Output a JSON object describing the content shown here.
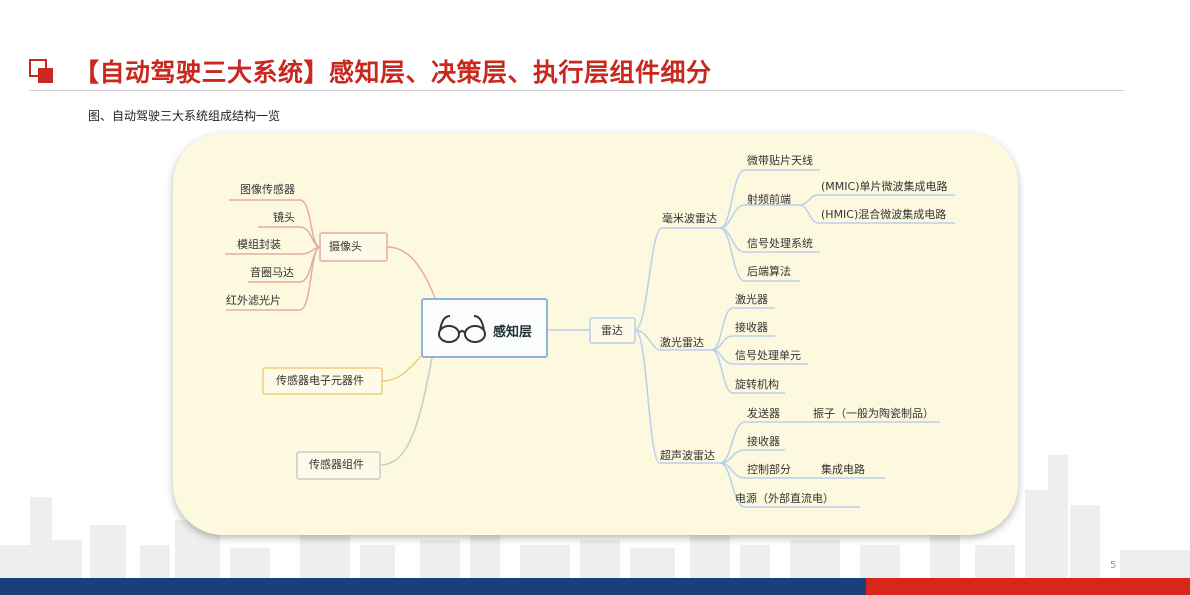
{
  "slide": {
    "title": "【自动驾驶三大系统】感知层、决策层、执行层组件细分",
    "subtitle": "图、自动驾驶三大系统组成结构一览",
    "page_number": "5"
  },
  "colors": {
    "title": "#c8281e",
    "bar_blue": "#1b3f79",
    "bar_red": "#d9261c",
    "panel": "#fdf9df",
    "camera_branch": "#e8a9a9",
    "electronic_branch": "#f0cc7a",
    "assembly_branch": "#c9c9c9",
    "radar_branch": "#b9d0ec"
  },
  "mindmap": {
    "center": {
      "label": "感知层",
      "icon": "glasses-icon"
    },
    "left": {
      "camera": {
        "label": "摄像头",
        "children": [
          "图像传感器",
          "镜头",
          "模组封装",
          "音圈马达",
          "红外滤光片"
        ]
      },
      "electronic": {
        "label": "传感器电子元器件"
      },
      "assembly": {
        "label": "传感器组件"
      }
    },
    "right": {
      "radar": {
        "label": "雷达",
        "mmwave": {
          "label": "毫米波雷达",
          "children": {
            "antenna": "微带贴片天线",
            "rf_front": {
              "label": "射频前端",
              "children": [
                "(MMIC)单片微波集成电路",
                "(HMIC)混合微波集成电路"
              ]
            },
            "signal": "信号处理系统",
            "backend": "后端算法"
          }
        },
        "lidar": {
          "label": "激光雷达",
          "children": [
            "激光器",
            "接收器",
            "信号处理单元",
            "旋转机构"
          ]
        },
        "ultrasonic": {
          "label": "超声波雷达",
          "children": {
            "transmitter": {
              "label": "发送器",
              "child": "振子（一般为陶瓷制品）"
            },
            "receiver": "接收器",
            "control": {
              "label": "控制部分",
              "child": "集成电路"
            },
            "power": "电源（外部直流电）"
          }
        }
      }
    }
  }
}
